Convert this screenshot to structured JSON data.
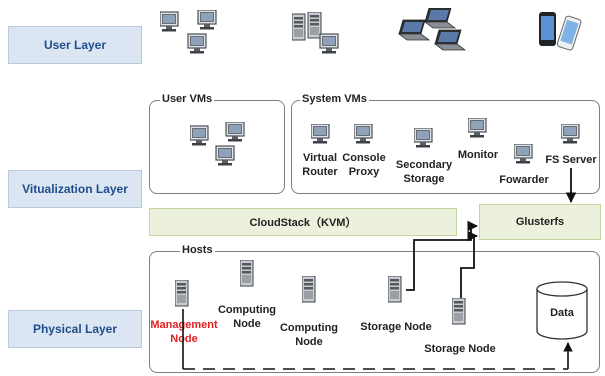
{
  "layers": {
    "user": "User Layer",
    "virtualization": "Vitualization Layer",
    "physical": "Physical Layer"
  },
  "panels": {
    "user_vms": "User VMs",
    "system_vms": "System VMs",
    "hosts": "Hosts"
  },
  "system_vms": {
    "virtual_router": [
      "Virtual",
      "Router"
    ],
    "console_proxy": [
      "Console",
      "Proxy"
    ],
    "secondary_storage": [
      "Secondary",
      "Storage"
    ],
    "monitor": "Monitor",
    "forwarder": "Fowarder",
    "fs_server": "FS Server"
  },
  "bars": {
    "cloudstack": "CloudStack（KVM）",
    "glusterfs": "Glusterfs"
  },
  "hosts": {
    "management": [
      "Management",
      "Node"
    ],
    "computing1": [
      "Computing",
      "Node"
    ],
    "computing2": [
      "Computing",
      "Node"
    ],
    "storage1": "Storage Node",
    "storage2": "Storage Node",
    "data": "Data"
  },
  "colors": {
    "layer_fill": "#dce6f2",
    "layer_text": "#1f4e8c",
    "bar_fill": "#ebf1dd",
    "management_text": "#e02020"
  }
}
